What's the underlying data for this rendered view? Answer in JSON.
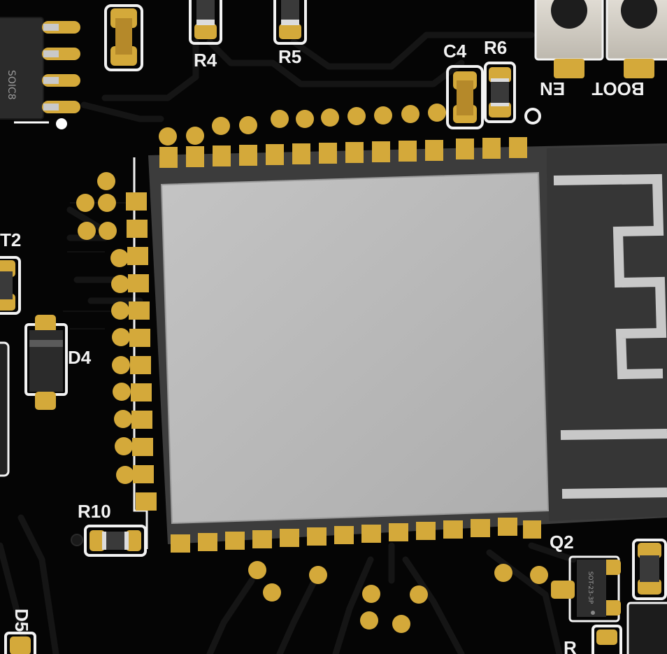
{
  "silkscreen": {
    "r4": "R4",
    "r5": "R5",
    "c4": "C4",
    "r6": "R6",
    "en": "EN",
    "boot": "BOOT",
    "t2": "T2",
    "d4": "D4",
    "r10": "R10",
    "q2": "Q2",
    "d5": "D5",
    "r_partial": "R"
  },
  "package_labels": {
    "soic": "SOIC8",
    "q2_package": "SOT-23-3P"
  },
  "colors": {
    "board": "#050505",
    "trace": "#141414",
    "gold": "#d4a93a",
    "silkscreen": "#f2f2f2",
    "module_frame": "#3c3c3c",
    "shield": "#b9b9b9",
    "antenna_copper": "#c8c8c8",
    "chip_body": "#2a2a2a"
  }
}
